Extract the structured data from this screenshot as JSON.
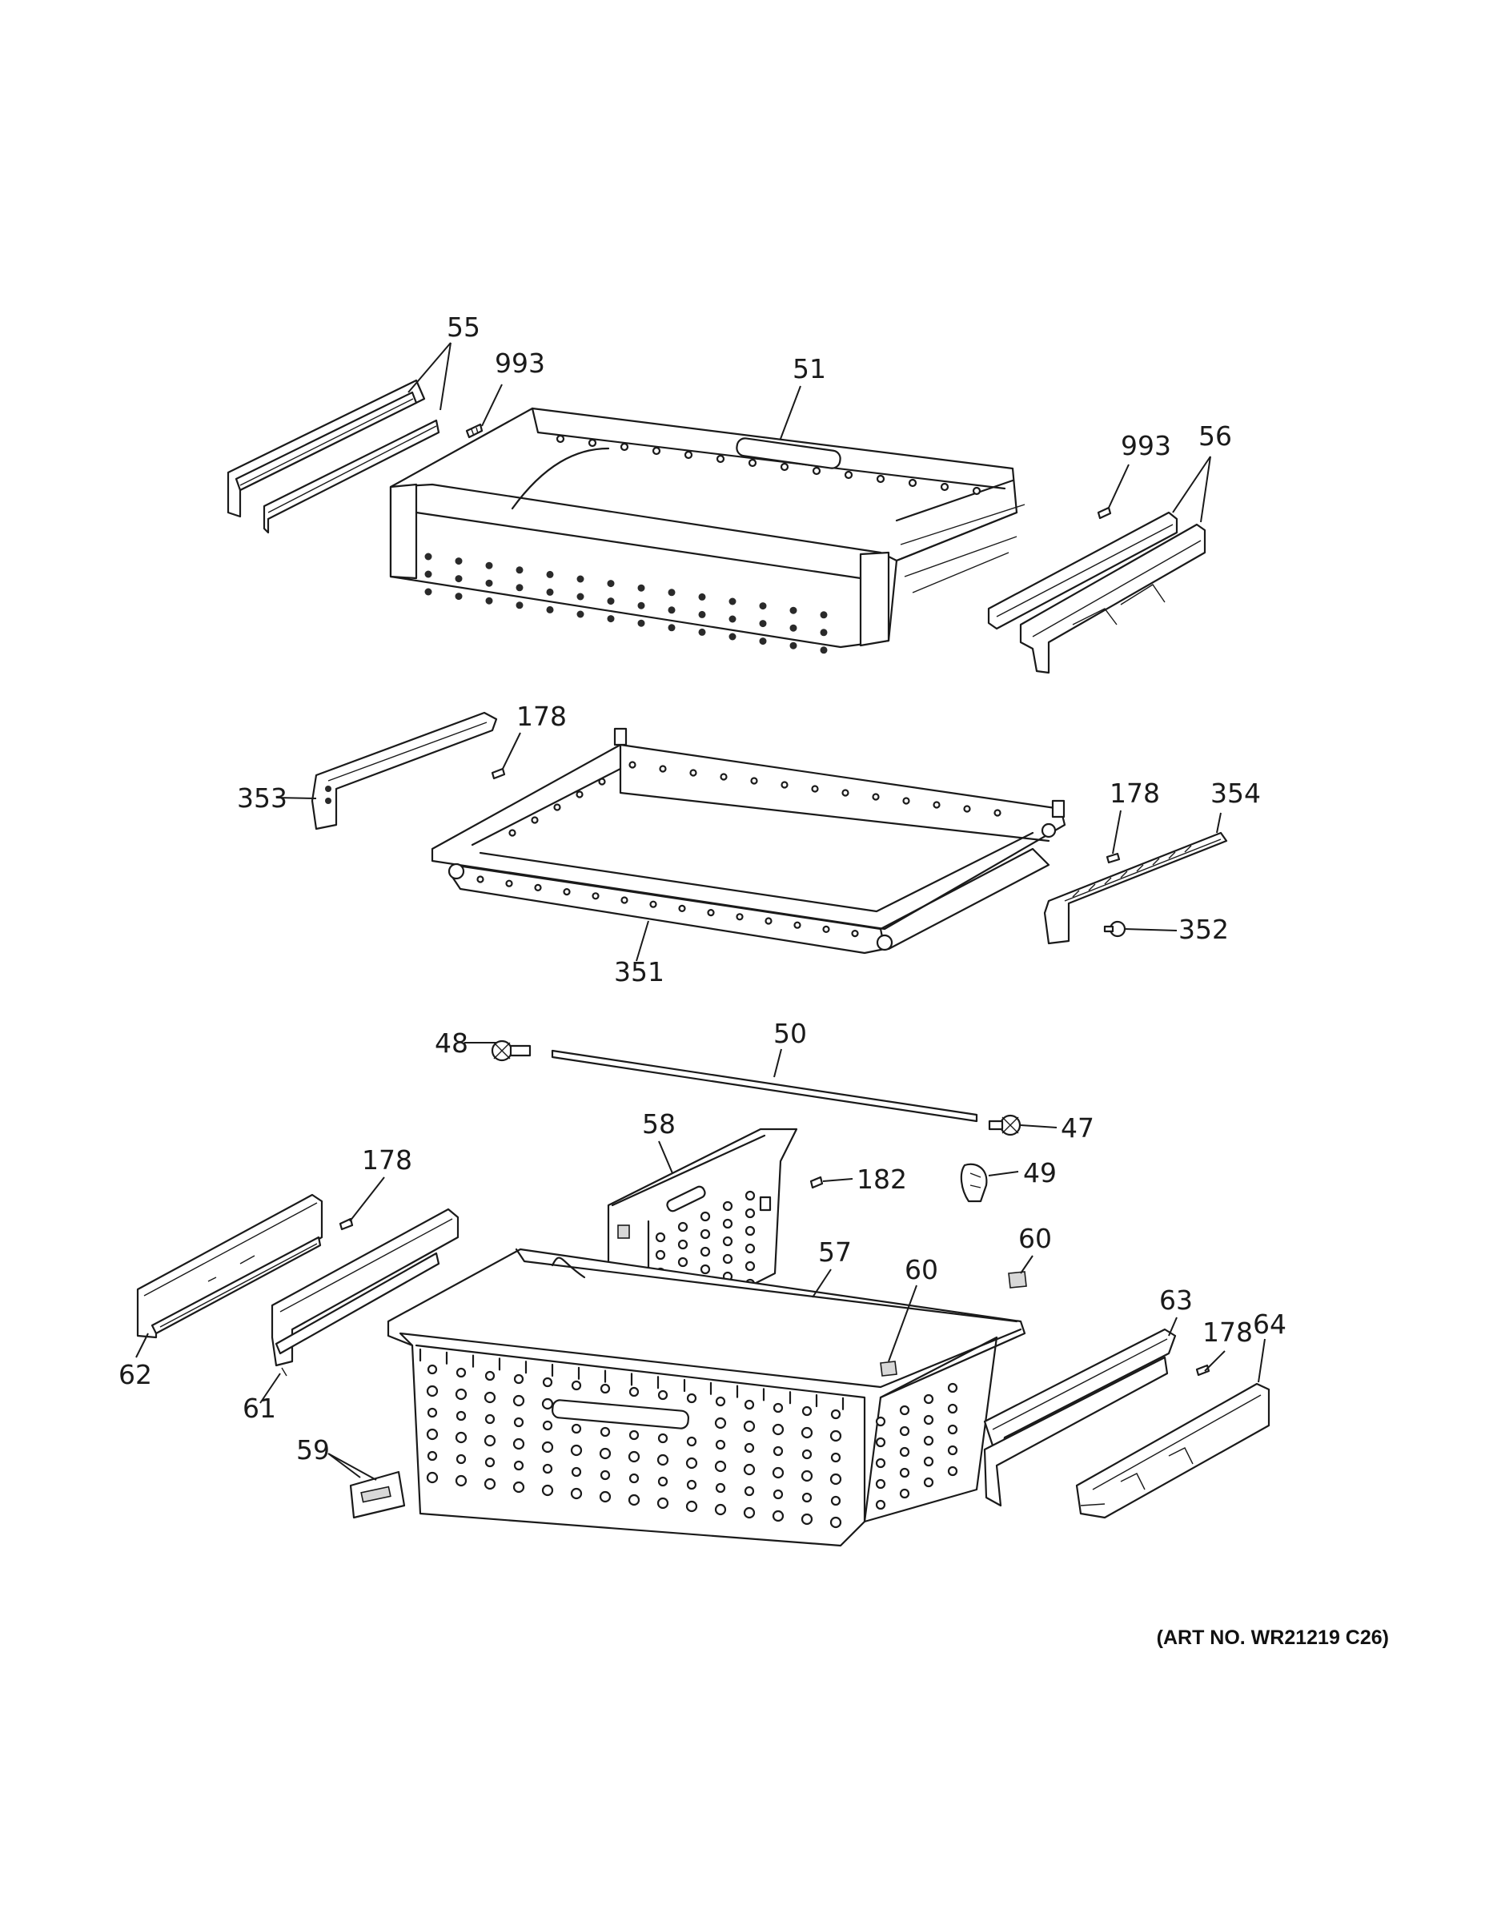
{
  "callouts": {
    "c55": "55",
    "c993a": "993",
    "c51": "51",
    "c993b": "993",
    "c56": "56",
    "c178a": "178",
    "c353": "353",
    "c178b": "178",
    "c354": "354",
    "c352": "352",
    "c351": "351",
    "c48": "48",
    "c50": "50",
    "c47": "47",
    "c58": "58",
    "c182": "182",
    "c49": "49",
    "c178c": "178",
    "c57": "57",
    "c60a": "60",
    "c60b": "60",
    "c62": "62",
    "c61": "61",
    "c63": "63",
    "c178d": "178",
    "c64": "64",
    "c59": "59"
  },
  "art_number": "(ART NO. WR21219 C26)"
}
